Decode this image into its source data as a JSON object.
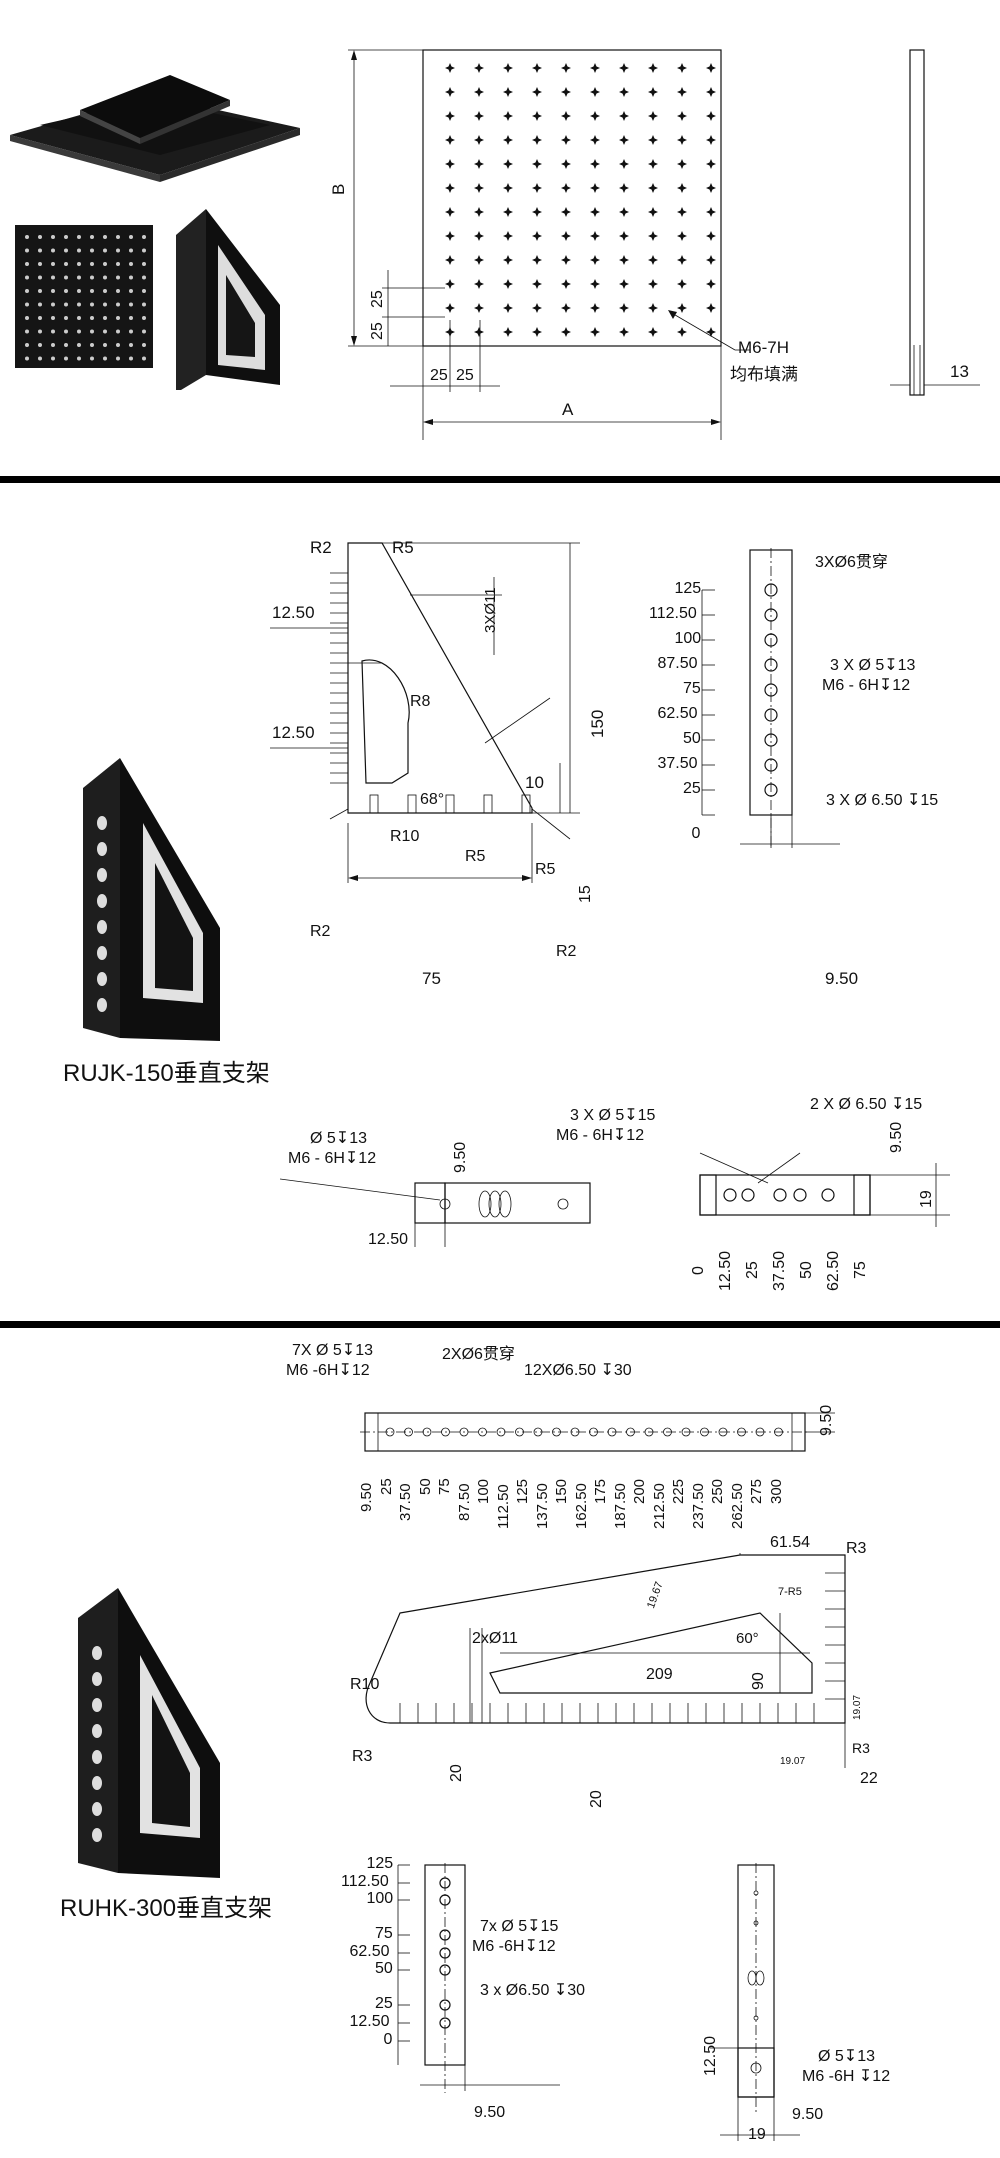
{
  "section1": {
    "dim_B": "B",
    "dim_A": "A",
    "dim_25": "25",
    "dim_25b": "25",
    "dim_13": "13",
    "thread_label": "M6-7H",
    "thread_note": "均布填满"
  },
  "section2": {
    "caption": "RUJK-150垂直支架",
    "side": {
      "r2_top": "R2",
      "r5_top": "R5",
      "d1250a": "12.50",
      "d1250b": "12.50",
      "d3x11": "3XØ11",
      "r8": "R8",
      "d150": "150",
      "d10": "10",
      "a68": "68°",
      "r10": "R10",
      "r5a": "R5",
      "r5b": "R5",
      "d15": "15",
      "r2_bl": "R2",
      "r2_br": "R2",
      "d75": "75"
    },
    "front": {
      "ticks": [
        "125",
        "112.50",
        "100",
        "87.50",
        "75",
        "62.50",
        "50",
        "37.50",
        "25",
        "0"
      ],
      "note1": "3XØ6贯穿",
      "note2a": "3 X Ø 5↧13",
      "note2b": "M6 - 6H↧12",
      "note3": "3 X Ø  6.50 ↧15",
      "d950": "9.50"
    },
    "bottom_left": {
      "note_a": "Ø 5↧13",
      "note_b": "M6 - 6H↧12",
      "d950": "9.50",
      "d1250": "12.50"
    },
    "bottom_right": {
      "note1a": "3 X Ø 5↧15",
      "note1b": "M6 - 6H↧12",
      "note2": "2 X Ø  6.50 ↧15",
      "d950": "9.50",
      "d19": "19",
      "ticks": [
        "0",
        "12.50",
        "25",
        "37.50",
        "50",
        "62.50",
        "75"
      ]
    }
  },
  "section3": {
    "caption": "RUHK-300垂直支架",
    "top": {
      "note1a": "7X Ø 5↧13",
      "note1b": "M6 -6H↧12",
      "note2": "2XØ6贯穿",
      "note3": "12XØ6.50 ↧30",
      "d950": "9.50",
      "ticks": [
        "9.50",
        "25",
        "37.50",
        "50",
        "75",
        "87.50",
        "100",
        "112.50",
        "125",
        "137.50",
        "150",
        "162.50",
        "175",
        "187.50",
        "200",
        "212.50",
        "225",
        "237.50",
        "250",
        "262.50",
        "275",
        "300"
      ]
    },
    "side": {
      "d6154": "61.54",
      "r3_top": "R3",
      "d1967": "19.67",
      "r75": "7-R5",
      "a60": "60°",
      "d2x11": "2xØ11",
      "d209": "209",
      "d90": "90",
      "d1907a": "19.07",
      "d1907b": "19.07",
      "r3_bot": "R3",
      "r10": "R10",
      "r3_left": "R3",
      "d20a": "20",
      "d20b": "20",
      "d22": "22"
    },
    "front": {
      "ticks": [
        "125",
        "112.50",
        "100",
        "75",
        "62.50",
        "50",
        "25",
        "12.50",
        "0"
      ],
      "note1a": "7x Ø 5↧15",
      "note1b": "M6 -6H↧12",
      "note2": "3 x Ø6.50 ↧30",
      "d950": "9.50"
    },
    "end": {
      "d1250": "12.50",
      "note_a": "Ø 5↧13",
      "note_b": "M6 -6H ↧12",
      "d950": "9.50",
      "d19": "19"
    }
  }
}
